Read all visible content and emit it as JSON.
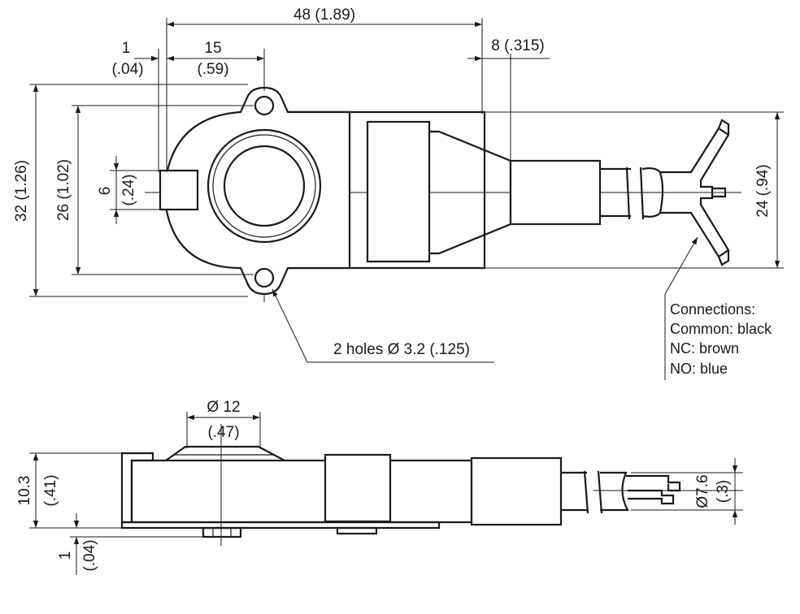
{
  "dimensions": {
    "overall_length": "48 (1.89)",
    "flange_mm": "1",
    "flange_in": "(.04)",
    "hole_offset_mm": "15",
    "hole_offset_in": "(.59)",
    "collar_width": "8 (.315)",
    "overall_height": "32 (1.26)",
    "hole_spacing": "26 (1.02)",
    "tab_height_mm": "6",
    "tab_height_in": "(.24)",
    "body_height": "24 (.94)",
    "holes_note": "2 holes Ø 3.2 (.125)",
    "plunger_dia_mm": "Ø 12",
    "plunger_dia_in": "(.47)",
    "thickness_mm": "10.3",
    "thickness_in": "(.41)",
    "base_offset_mm": "1",
    "base_offset_in": "(.04)",
    "cable_dia_mm": "Ø7.6",
    "cable_dia_in": "(.3)"
  },
  "connections": {
    "title": "Connections:",
    "common": "Common: black",
    "nc": "NC: brown",
    "no": "NO: blue"
  }
}
